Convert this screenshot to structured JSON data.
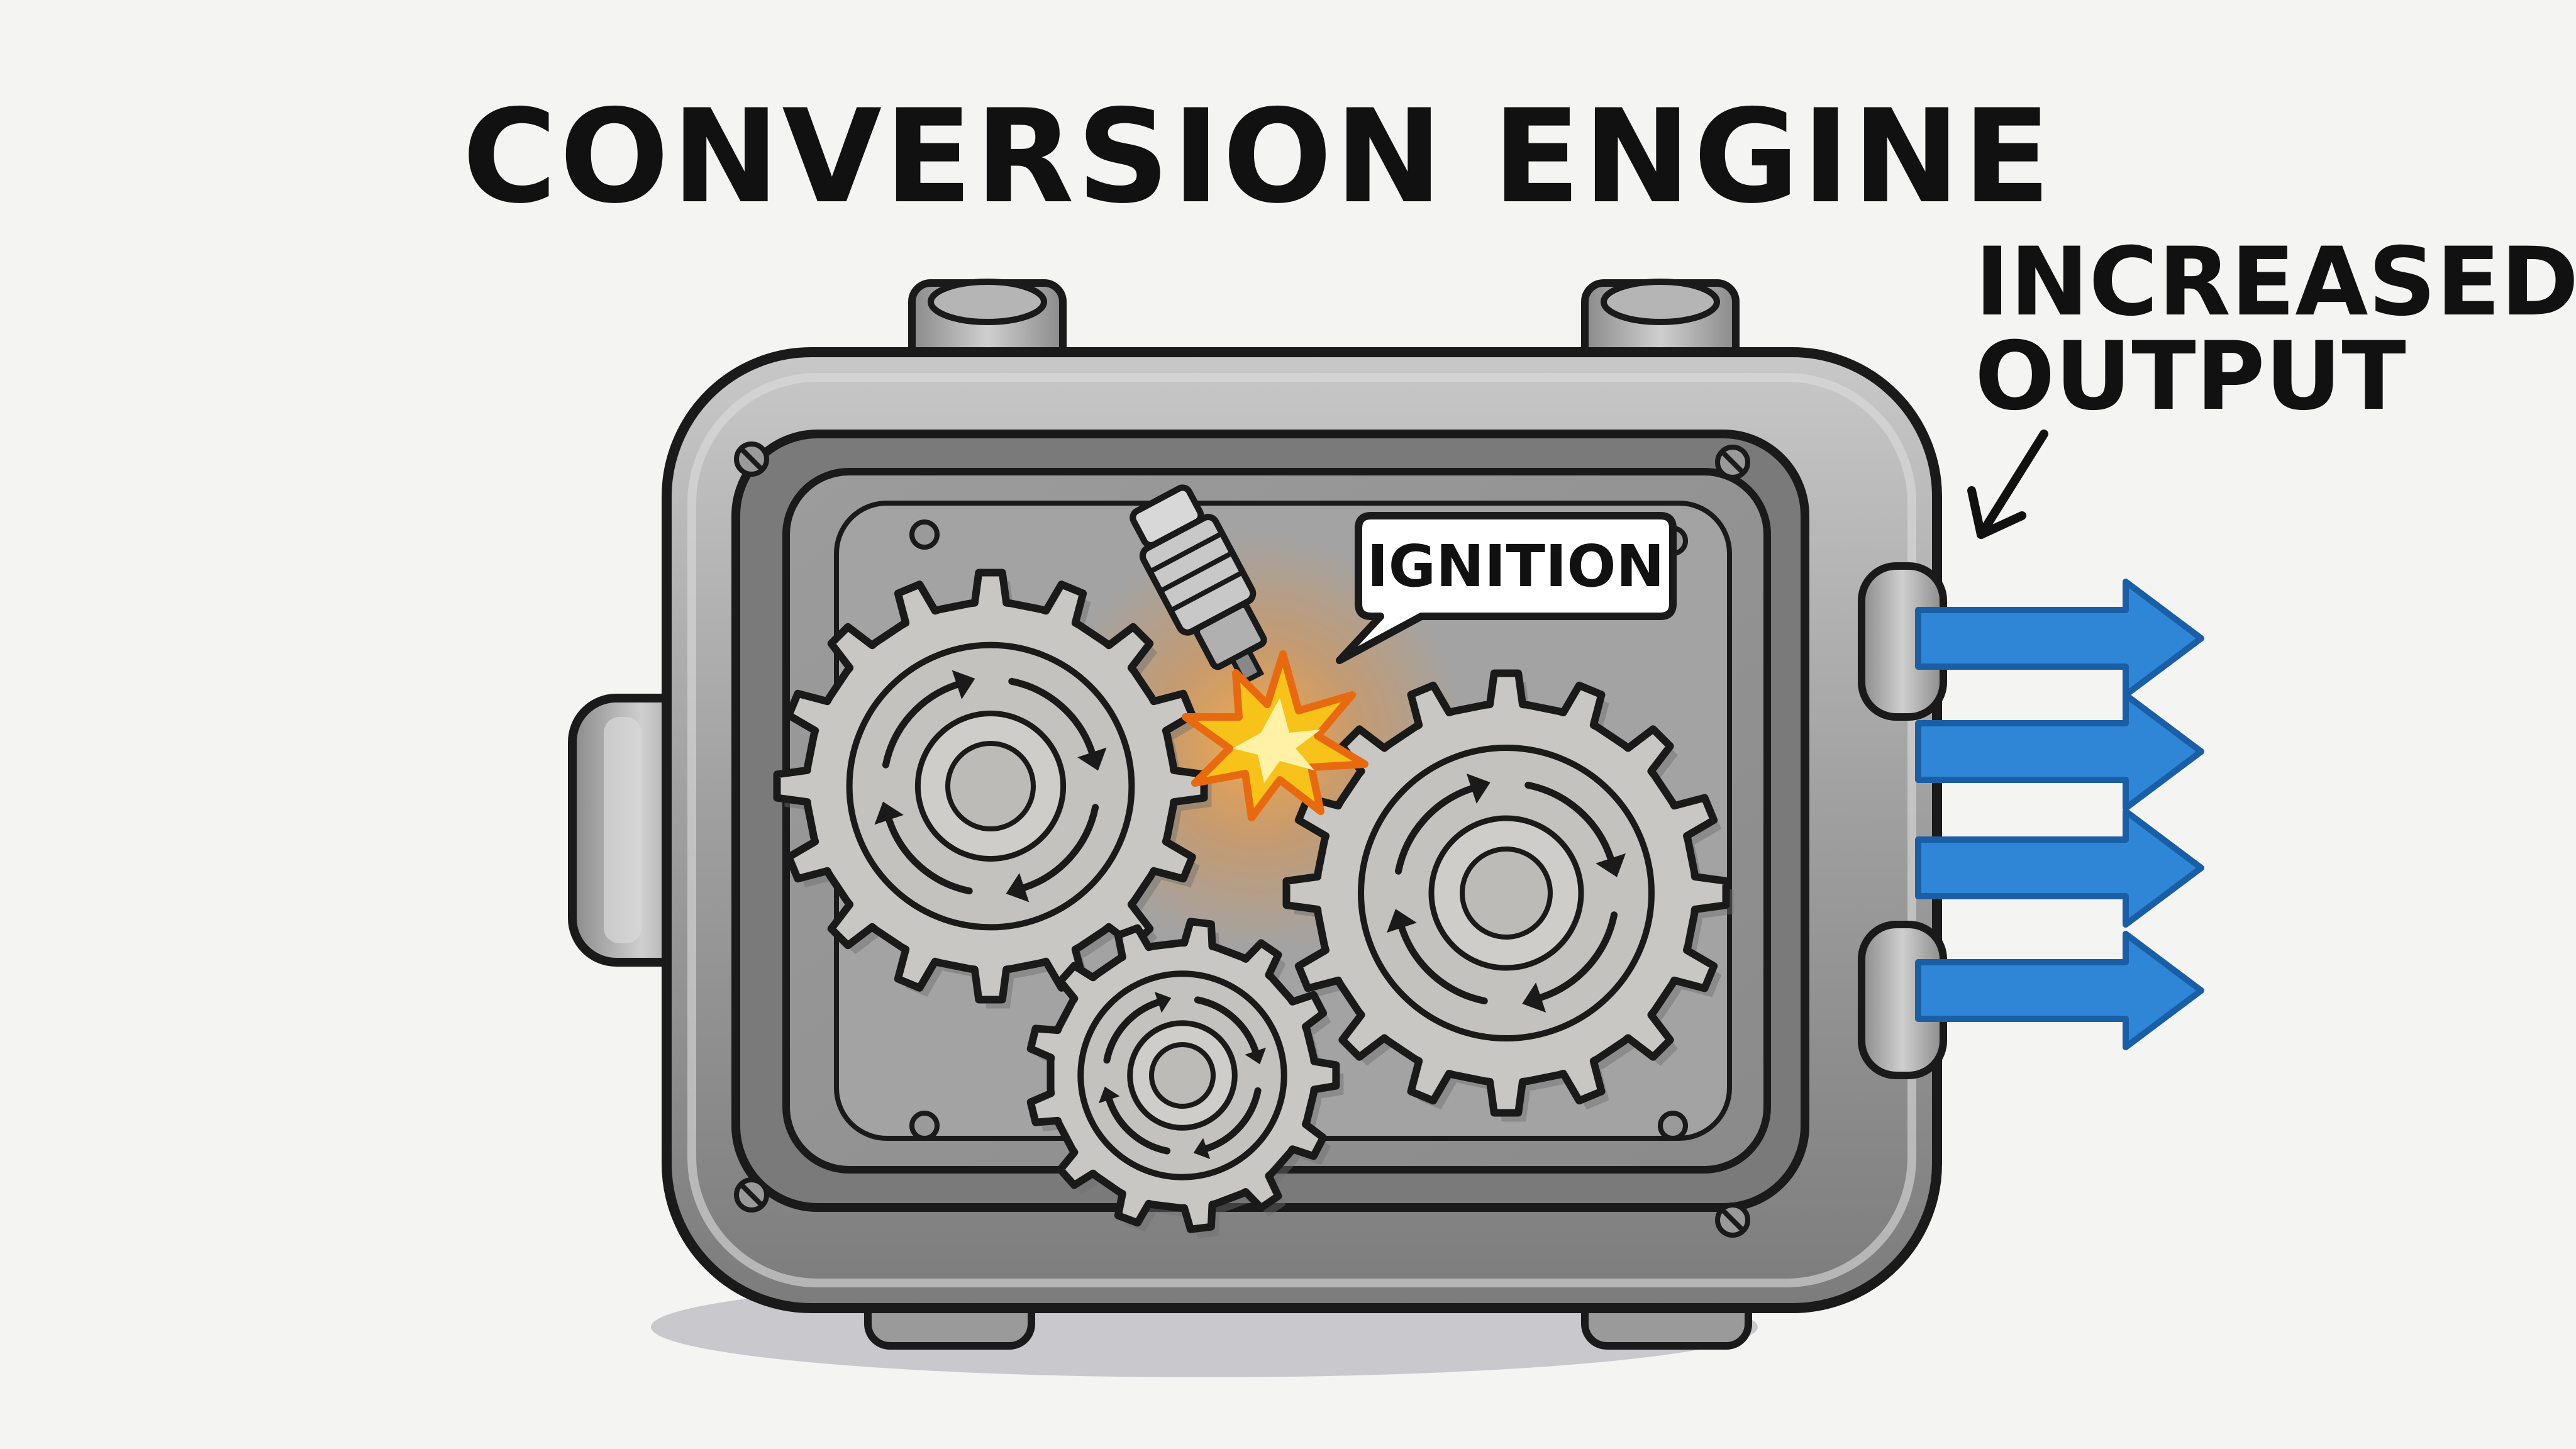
{
  "title": "CONVERSION ENGINE",
  "ignition_label": "IGNITION",
  "output_label_line1": "INCREASED",
  "output_label_line2": "OUTPUT",
  "colors": {
    "background": "#f4f4f3",
    "outline": "#1a1a1a",
    "metal": "#9a9a9a",
    "metal_light": "#c9c9c9",
    "panel": "#8f8f8f",
    "gear": "#c8c6c2",
    "arrow": "#2f86d6",
    "spark": "#f7c21a"
  },
  "icons": [
    "gear-icon",
    "spark-plug-icon",
    "spark-icon",
    "output-arrow-icon",
    "rotation-arrow-icon"
  ]
}
